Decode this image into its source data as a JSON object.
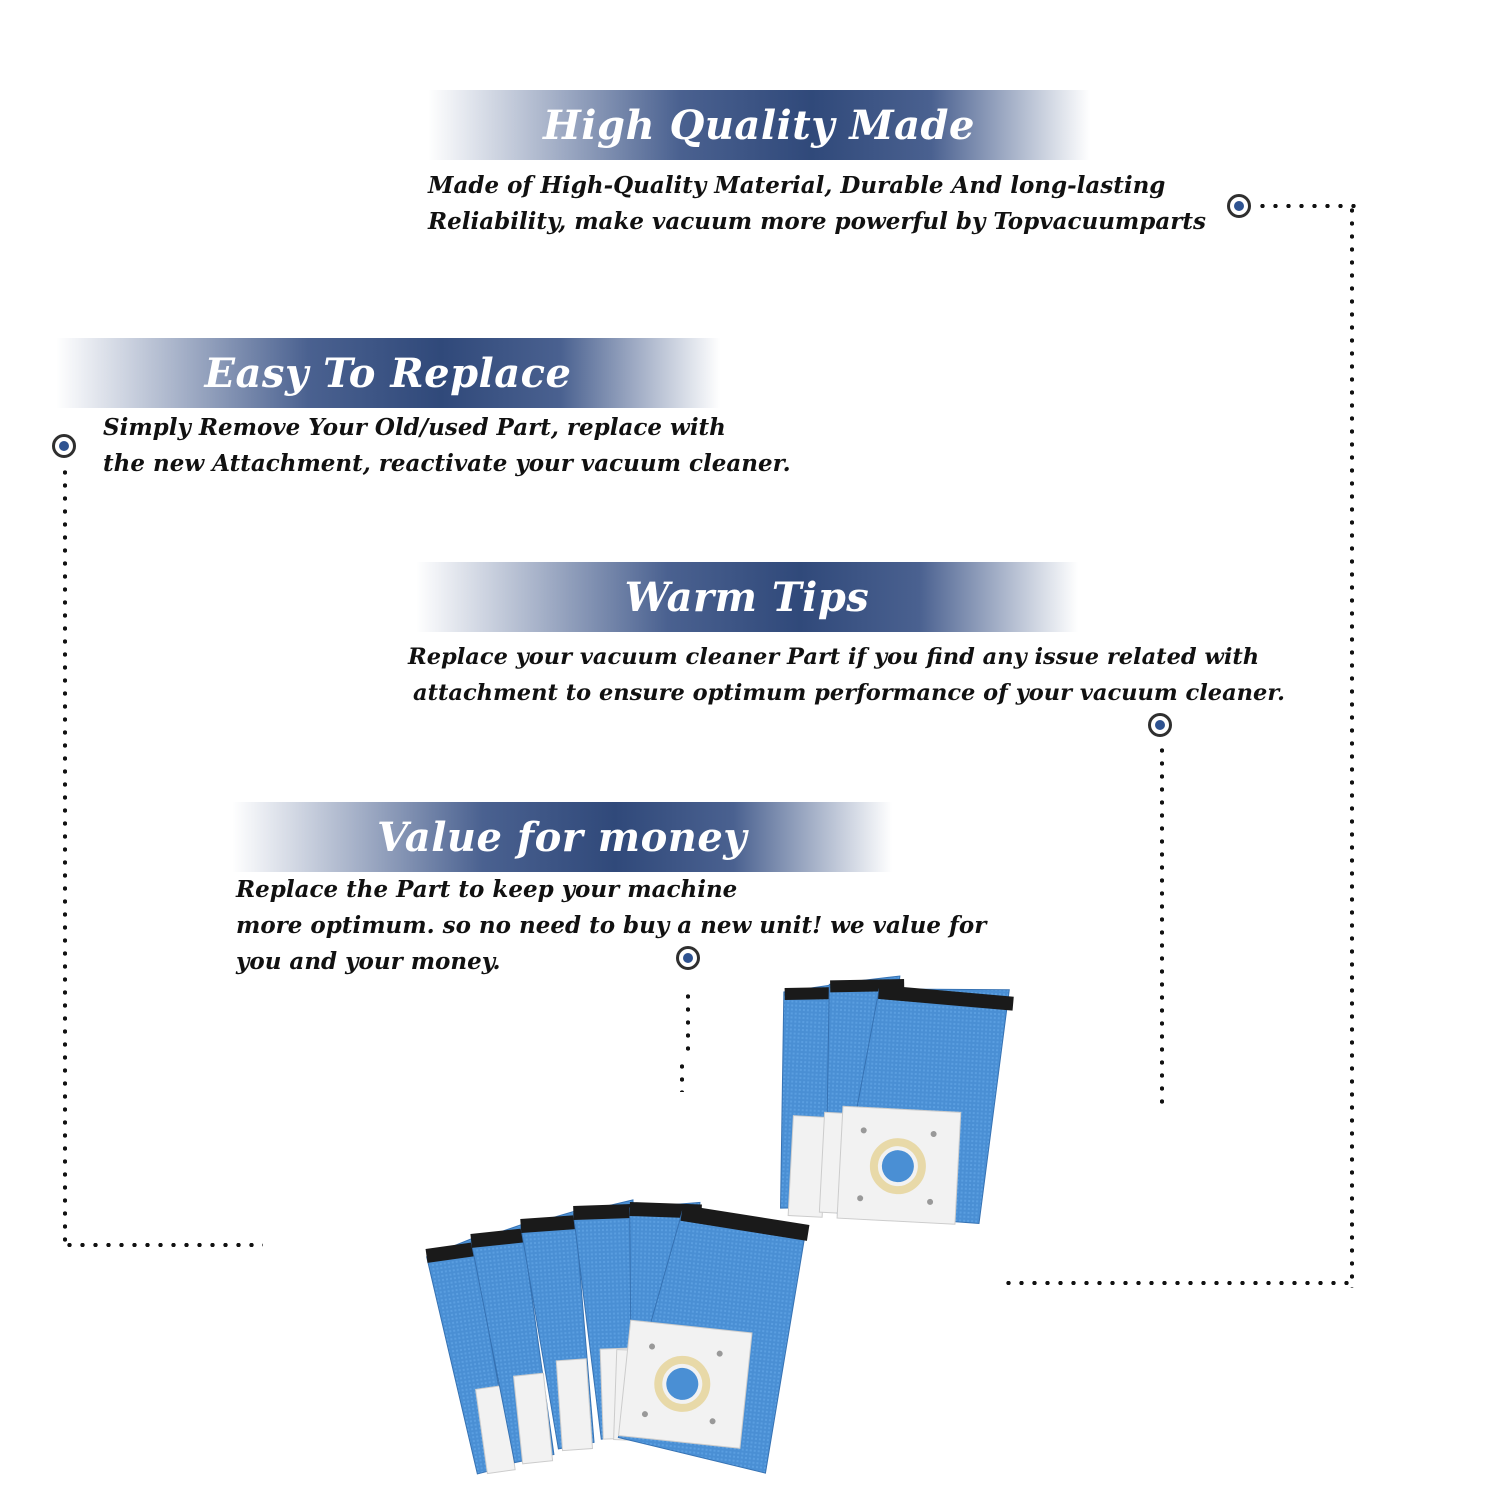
{
  "sections": [
    {
      "title": "High Quality Made",
      "lines": [
        "Made of  High-Quality Material, Durable And long-lasting",
        "Reliability, make vacuum more powerful by Topvacuumparts"
      ]
    },
    {
      "title": "Easy To Replace",
      "lines": [
        "Simply Remove Your Old/used Part, replace with",
        "the new Attachment, reactivate your vacuum cleaner."
      ]
    },
    {
      "title": "Warm Tips",
      "lines": [
        "Replace your vacuum cleaner Part if you find any issue related with",
        "attachment to ensure optimum performance of your vacuum cleaner."
      ]
    },
    {
      "title": "Value for money",
      "lines": [
        "Replace the Part to keep your machine",
        "more optimum. so no need to buy a new unit! we value for",
        "you and your money."
      ]
    }
  ],
  "colors": {
    "banner": "#30497a",
    "bullet_center": "#2e5290",
    "bag_blue": "#4a90d6",
    "bag_collar": "#1a1a1a",
    "bag_card": "#f2f2f2"
  },
  "product": {
    "image_semantic": "vacuum-dust-bag-icon",
    "front_stack_count": 6,
    "back_stack_count": 3
  }
}
